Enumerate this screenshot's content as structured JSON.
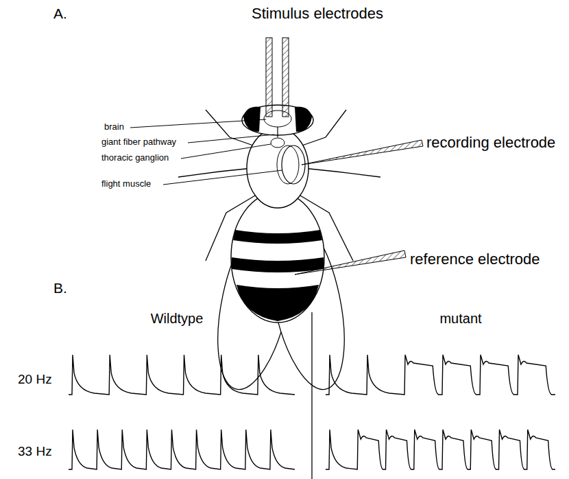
{
  "diagram": {
    "labels": [
      "A.",
      "Stimulus electrodes",
      "brain",
      "giant fiber pathway",
      "thoracic ganglion",
      "flight muscle",
      "recording electrode",
      "reference electrode",
      "B.",
      "Wildtype",
      "mutant",
      "20 Hz",
      "33 Hz"
    ]
  }
}
